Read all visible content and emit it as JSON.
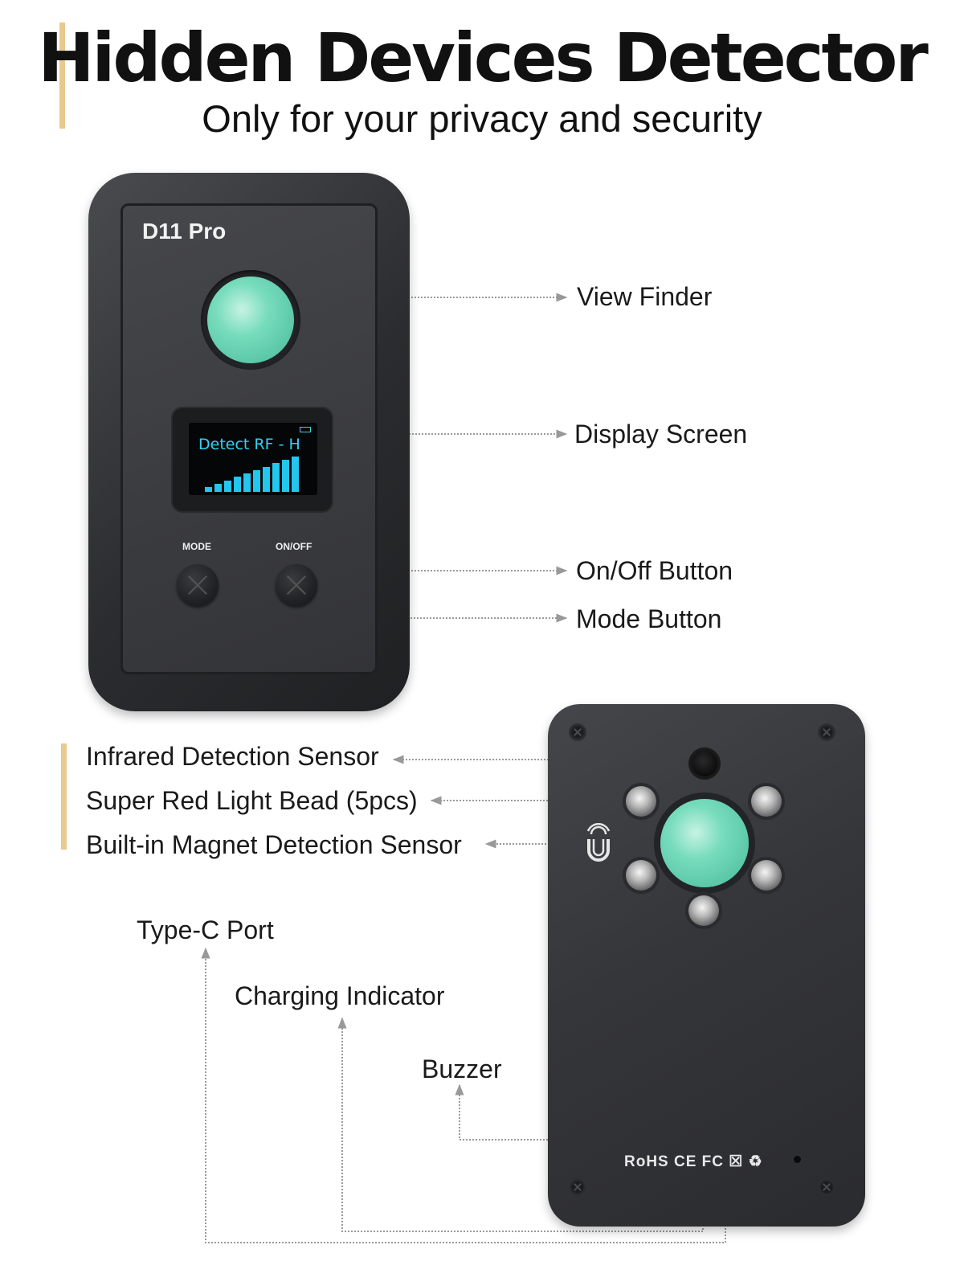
{
  "header": {
    "title": "Hidden Devices Detector",
    "subtitle": "Only for your privacy and security"
  },
  "front": {
    "model": "D11 Pro",
    "screen_text": "Detect RF - H",
    "signal_level_fraction": 1.0,
    "mode_label": "MODE",
    "onoff_label": "ON/OFF",
    "callouts": {
      "view_finder": "View Finder",
      "display_screen": "Display Screen",
      "onoff_button": "On/Off Button",
      "mode_button": "Mode Button"
    }
  },
  "back": {
    "certifications": "RoHS  CE  FC  ☒  ♻",
    "callouts": {
      "infrared": "Infrared Detection Sensor",
      "red_light": "Super Red Light Bead (5pcs)",
      "magnet": "Built-in Magnet Detection Sensor",
      "typec": "Type-C Port",
      "charging": "Charging Indicator",
      "buzzer": "Buzzer"
    }
  },
  "colors": {
    "accent": "#e8c98f",
    "lens": "#6fd7b6",
    "screen_text": "#2fd3f5",
    "device_body": "#3a3b3e"
  },
  "icons": [
    "magnet-icon",
    "screw-icon",
    "battery-icon"
  ]
}
